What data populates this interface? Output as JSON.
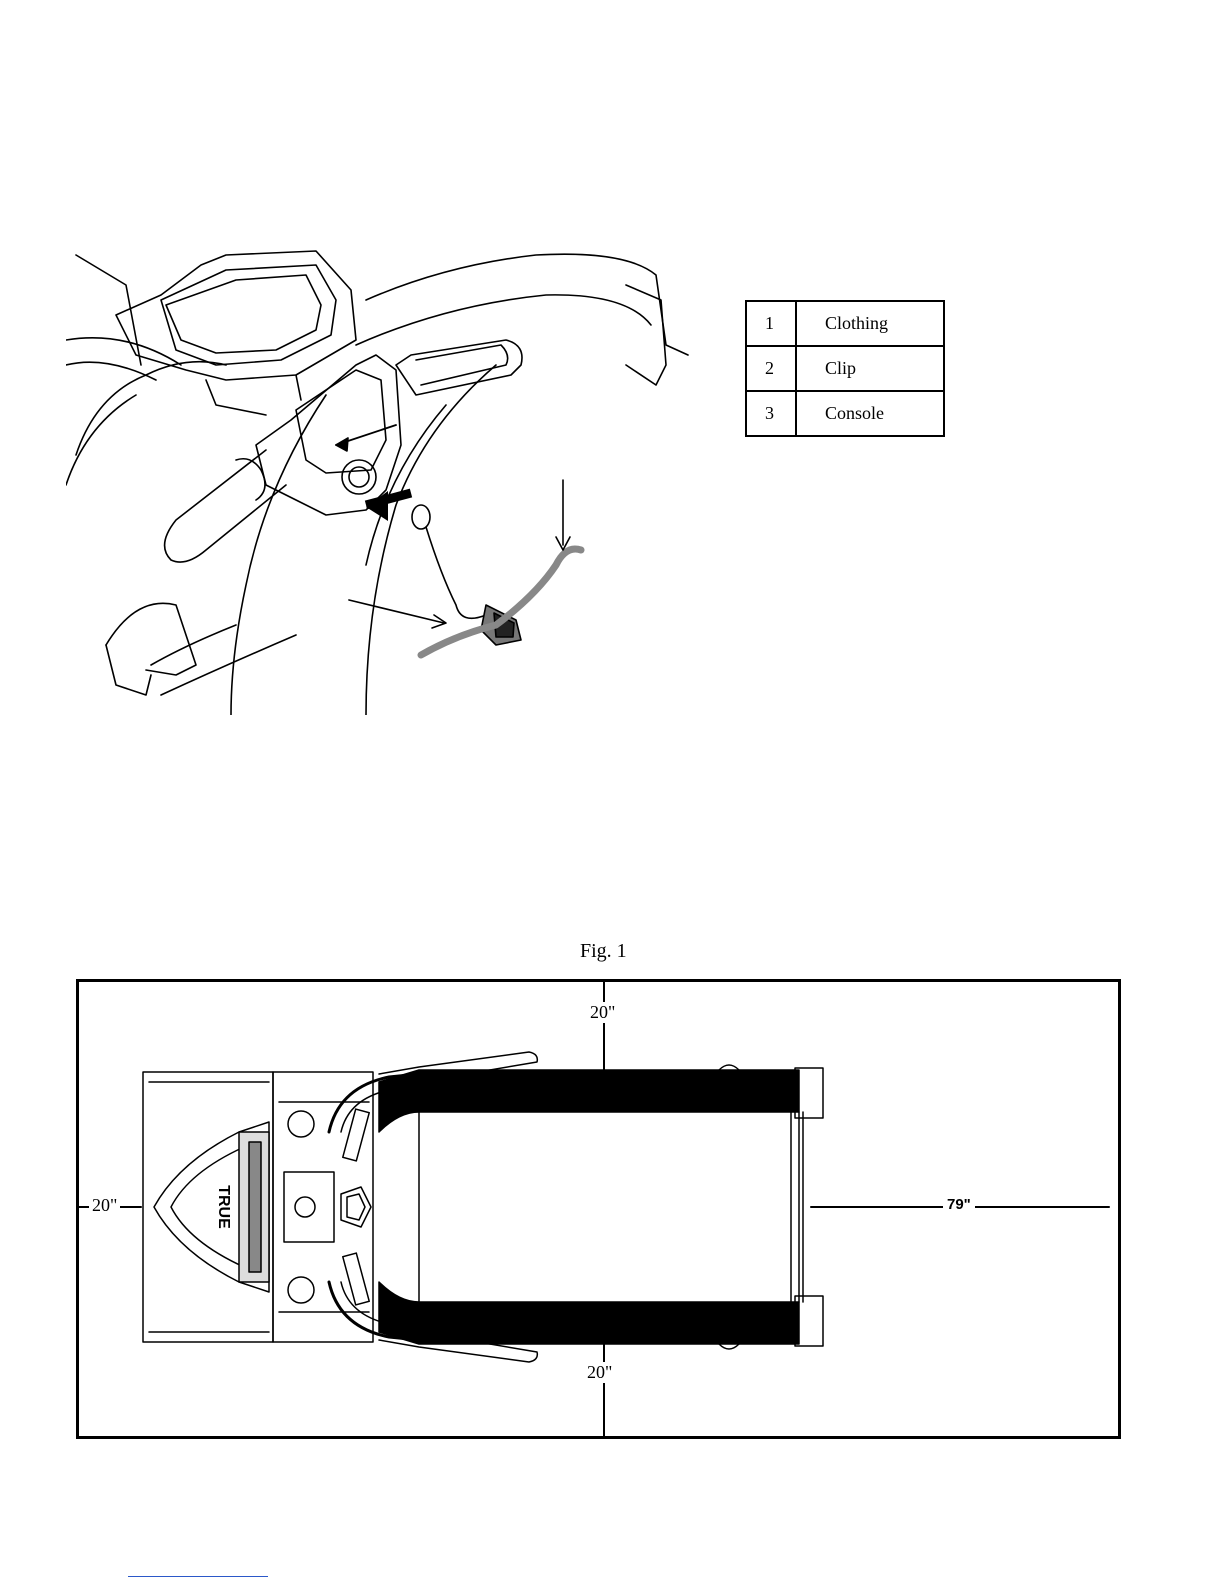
{
  "legend": {
    "rows": [
      {
        "num": "1",
        "label": "Clothing"
      },
      {
        "num": "2",
        "label": "Clip"
      },
      {
        "num": "3",
        "label": "Console"
      }
    ]
  },
  "figure": {
    "caption": "Fig. 1",
    "dims": {
      "top": "20\"",
      "left": "20\"",
      "right": "79\"",
      "bottom": "20\""
    },
    "brand": "TRUE"
  }
}
